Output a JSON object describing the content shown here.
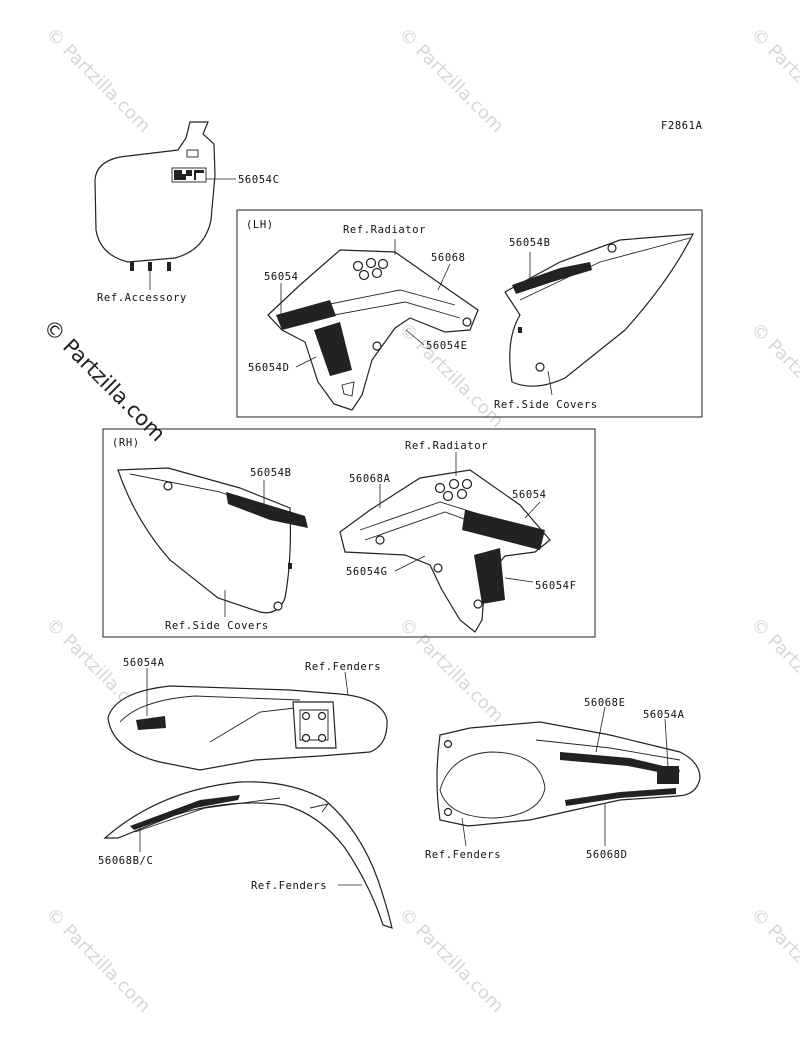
{
  "figure_code": "F2861A",
  "watermark": "© Partzilla.com",
  "groups": {
    "lh": "(LH)",
    "rh": "(RH)"
  },
  "labels": {
    "number_plate_decal": "56054C",
    "ref_accessory": "Ref.Accessory",
    "lh_ref_radiator": "Ref.Radiator",
    "lh_56068": "56068",
    "lh_56054": "56054",
    "lh_56054E": "56054E",
    "lh_56054D": "56054D",
    "lh_56054B": "56054B",
    "lh_ref_side_covers": "Ref.Side Covers",
    "rh_56054B": "56054B",
    "rh_ref_side_covers": "Ref.Side Covers",
    "rh_ref_radiator": "Ref.Radiator",
    "rh_56068A": "56068A",
    "rh_56054": "56054",
    "rh_56054G": "56054G",
    "rh_56054F": "56054F",
    "front_56054A": "56054A",
    "front_ref_fenders": "Ref.Fenders",
    "front_56068BC": "56068B/C",
    "front_ref_fenders_2": "Ref.Fenders",
    "rear_56068E": "56068E",
    "rear_56054A": "56054A",
    "rear_ref_fenders": "Ref.Fenders",
    "rear_56068D": "56068D"
  }
}
